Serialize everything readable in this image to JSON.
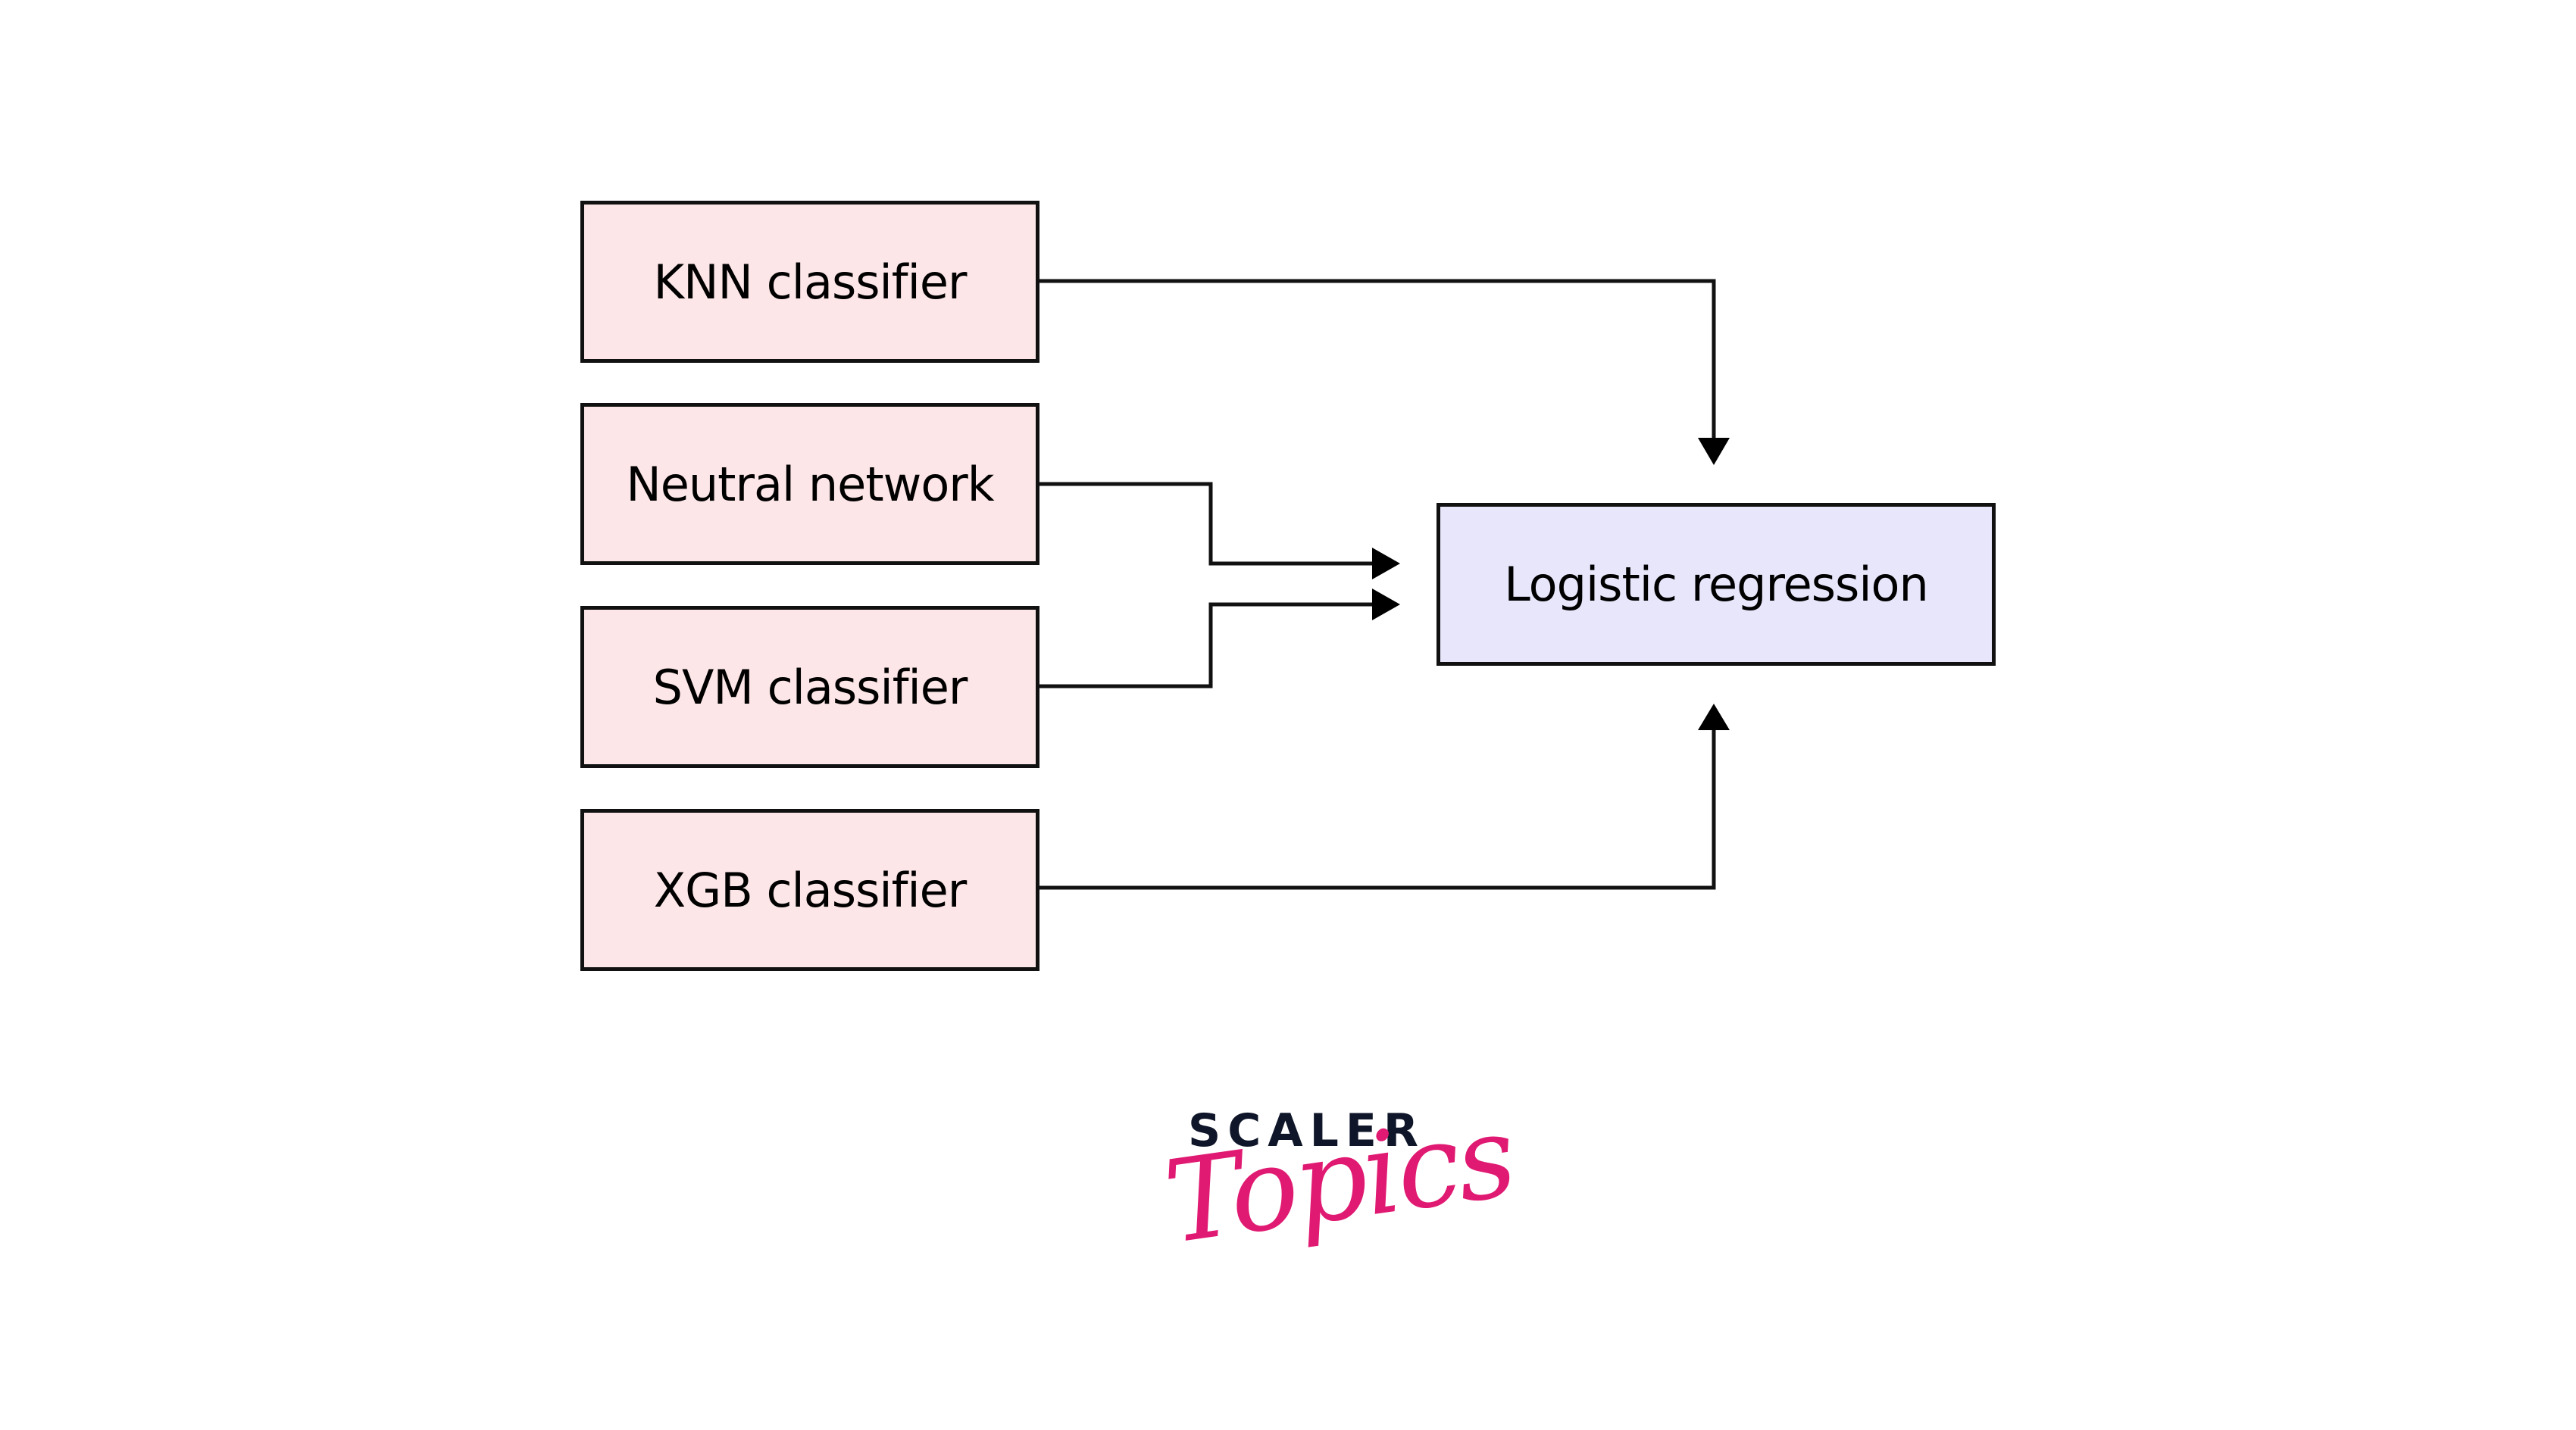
{
  "diagram": {
    "title": "Stacking ensemble: base classifiers feeding a meta-learner",
    "inputs": [
      {
        "id": "knn",
        "label": "KNN classifier"
      },
      {
        "id": "nn",
        "label": "Neutral network"
      },
      {
        "id": "svm",
        "label": "SVM classifier"
      },
      {
        "id": "xgb",
        "label": "XGB classifier"
      }
    ],
    "output": {
      "id": "lr",
      "label": "Logistic regression"
    },
    "edges": [
      {
        "from": "knn",
        "to": "lr",
        "enters": "top"
      },
      {
        "from": "nn",
        "to": "lr",
        "enters": "left"
      },
      {
        "from": "svm",
        "to": "lr",
        "enters": "left"
      },
      {
        "from": "xgb",
        "to": "lr",
        "enters": "bottom"
      }
    ],
    "colors": {
      "input_fill": "#fde6e7",
      "output_fill": "#e7e6fb",
      "stroke": "#111111"
    }
  },
  "logo": {
    "line1": "SCALER",
    "line2": "Topics",
    "line1_color": "#0f1629",
    "line2_color": "#e01a72"
  }
}
